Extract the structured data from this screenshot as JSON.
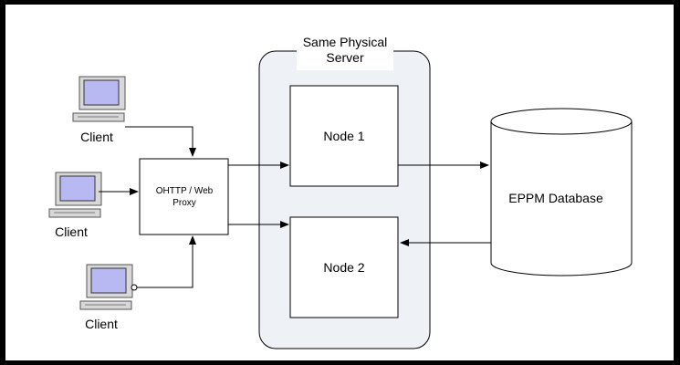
{
  "server": {
    "title_line1": "Same Physical",
    "title_line2": "Server"
  },
  "nodes": [
    {
      "label": "Node 1"
    },
    {
      "label": "Node 2"
    }
  ],
  "proxy": {
    "label_line1": "OHTTP / Web",
    "label_line2": "Proxy"
  },
  "database": {
    "label": "EPPM Database"
  },
  "clients": [
    {
      "label": "Client"
    },
    {
      "label": "Client"
    },
    {
      "label": "Client"
    }
  ],
  "icons": {
    "client": "desktop-computer-icon",
    "database": "database-cylinder-icon"
  },
  "colors": {
    "frame": "#000000",
    "background": "#ffffff",
    "server_fill": "#eef1f6",
    "box_fill": "#ffffff",
    "line": "#000000",
    "screen": "#b8b8f2",
    "monitor_body": "#d8d8d8"
  }
}
